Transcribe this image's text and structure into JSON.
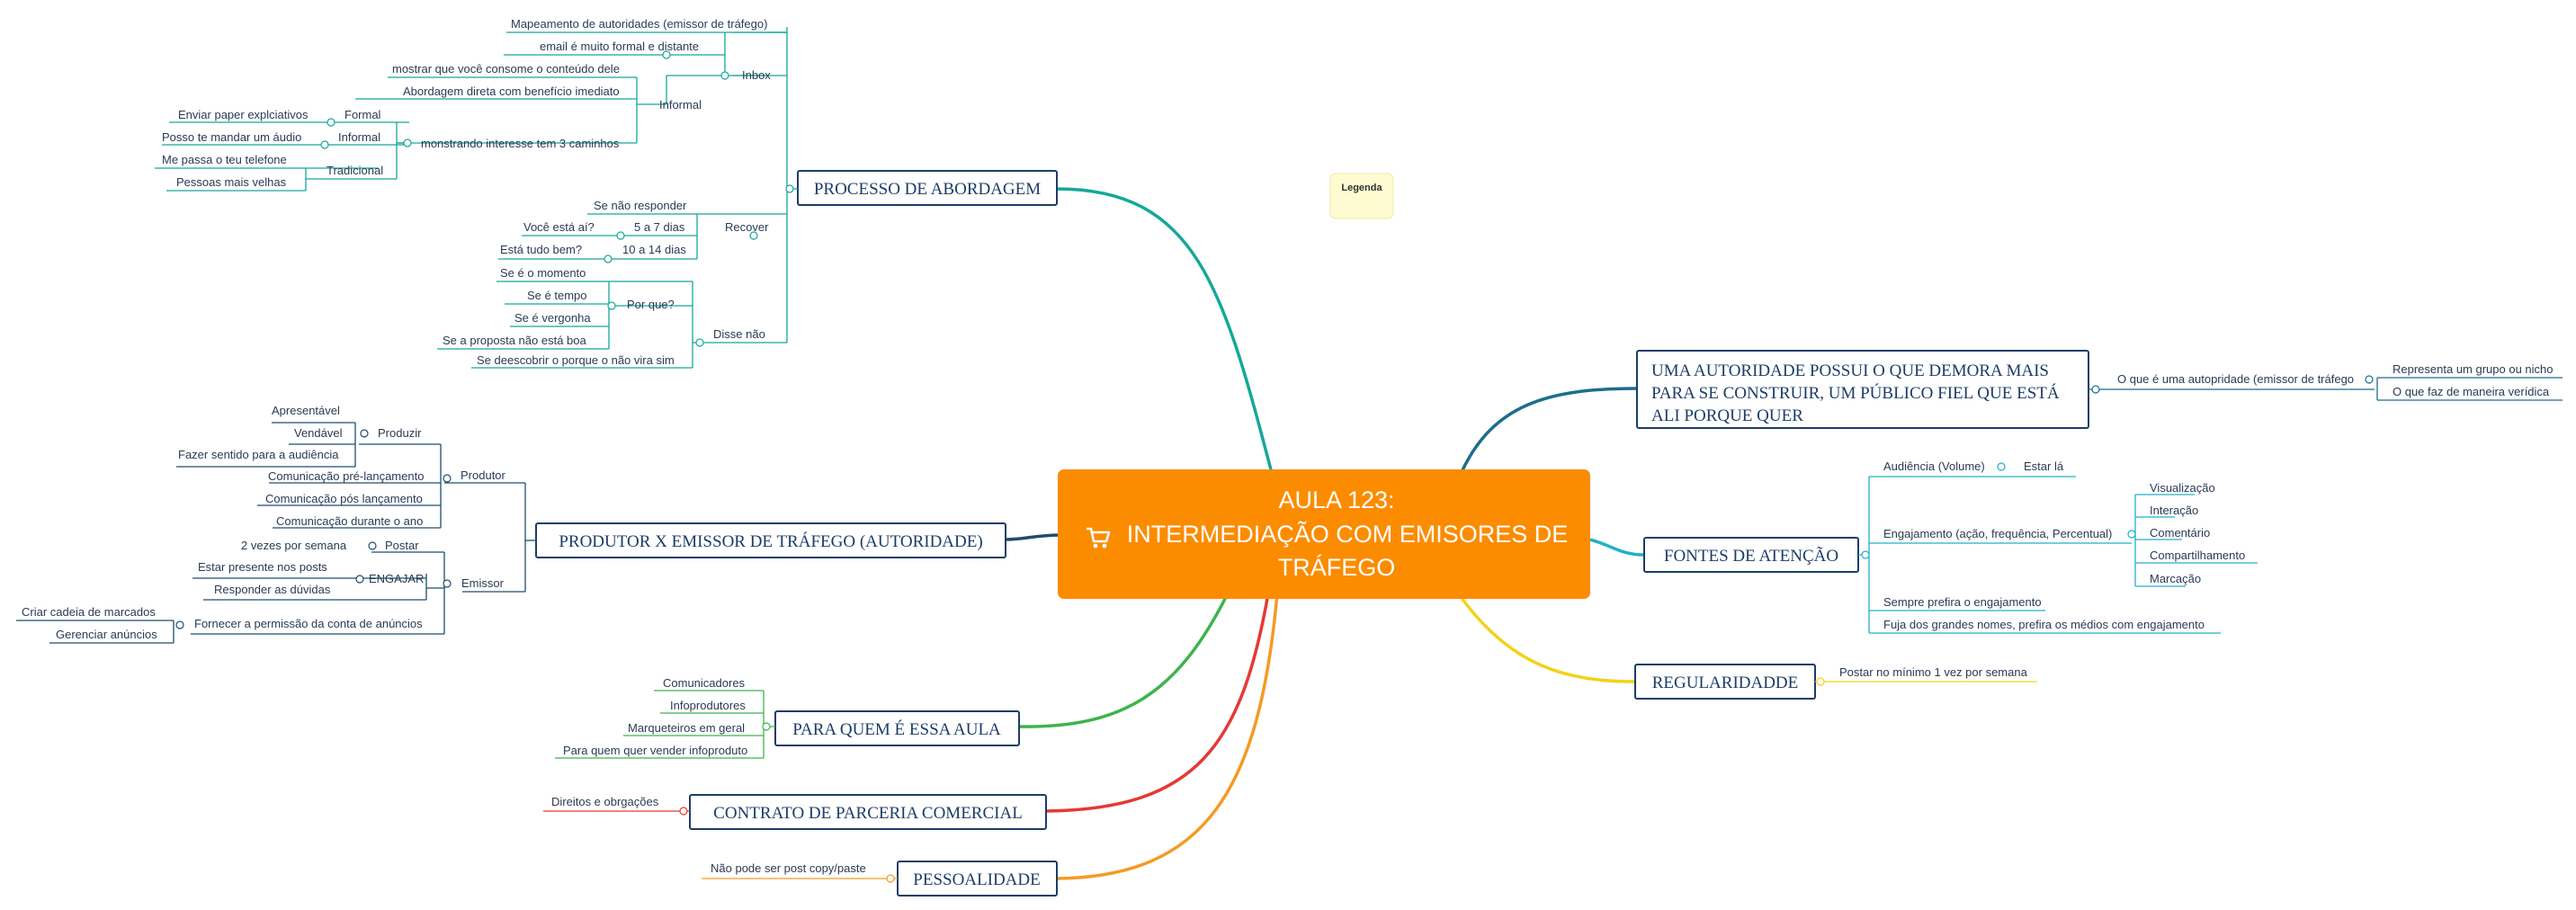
{
  "center": {
    "line1": "AULA 123:",
    "line2": "INTERMEDIAÇÃO COM EMISORES DE",
    "line3": "TRÁFEGO",
    "icon": "cart-icon",
    "color": "#fb8c00"
  },
  "legend": "Legenda",
  "branches": {
    "abordagem": {
      "label": "PROCESSO DE ABORDAGEM",
      "color": "#14a89a",
      "inbox": "Inbox",
      "mapeamento": "Mapeamento de autoridades (emissor de tráfego)",
      "formal_distante": "email é muito formal e distante",
      "informal": "Informal",
      "mostrar": "mostrar que você consome o conteúdo dele",
      "direta": "Abordagem direta com benefício imediato",
      "interesse": "monstrando interesse tem 3 caminhos",
      "formal": "Formal",
      "enviar": "Enviar paper explciativos",
      "informal2": "Informal",
      "audio": "Posso te mandar um áudio",
      "tradicional": "Tradicional",
      "telefone": "Me passa o teu telefone",
      "velhas": "Pessoas mais velhas",
      "recover": "Recover",
      "nao_responder": "Se não responder",
      "esta_ai": "Você está aí?",
      "dias57": "5 a 7 dias",
      "tudo_bem": "Está tudo bem?",
      "dias1014": "10 a 14 dias",
      "disse_nao": "Disse não",
      "momento": "Se é o momento",
      "por_que": "Por que?",
      "tempo": "Se é tempo",
      "vergonha": "Se é vergonha",
      "proposta": "Se a proposta não está boa",
      "descobrir": "Se deescobrir o porque o não vira sim"
    },
    "produtor": {
      "label": "PRODUTOR X EMISSOR DE TRÁFEGO (AUTORIDADE)",
      "color": "#1d4d6e",
      "produtor": "Produtor",
      "produzir": "Produzir",
      "apresentavel": "Apresentável",
      "vendavel": "Vendável",
      "sentido": "Fazer sentido para a audiência",
      "pre": "Comunicação pré-lançamento",
      "pos": "Comunicação pós lançamento",
      "durante": "Comunicação durante o ano",
      "emissor": "Emissor",
      "postar": "Postar",
      "vezes": "2 vezes por semana",
      "engajar": "ENGAJAR",
      "presente": "Estar presente nos posts",
      "duvidas": "Responder as dúvidas",
      "permissao": "Fornecer a permissão da conta de anúncios",
      "cadeia": "Criar cadeia de marcados",
      "gerenciar": "Gerenciar anúncios"
    },
    "para_quem": {
      "label": "PARA QUEM É ESSA AULA",
      "color": "#3cb44b",
      "items": [
        "Comunicadores",
        "Infoprodutores",
        "Marqueteiros em geral",
        "Para quem quer vender infoproduto"
      ]
    },
    "contrato": {
      "label": "CONTRATO DE PARCERIA COMERCIAL",
      "color": "#e53935",
      "item": "Direitos e obrgações"
    },
    "pessoalidade": {
      "label": "PESSOALIDADE",
      "color": "#f59a23",
      "item": "Não pode ser post copy/paste"
    },
    "autoridade": {
      "label_line1": "UMA AUTORIDADE POSSUI O QUE DEMORA MAIS",
      "label_line2": "PARA SE CONSTRUIR, UM PÚBLICO FIEL QUE ESTÁ",
      "label_line3": "ALI PORQUE QUER",
      "color": "#1c6e8c",
      "question": "O que é uma autopridade (emissor de tráfego",
      "grupo": "Representa um grupo ou nicho",
      "veridica": "O que faz de maneira verídica"
    },
    "fontes": {
      "label": "FONTES DE ATENÇÃO",
      "color": "#22b0c8",
      "audiencia": "Audiência (Volume)",
      "esta_la": "Estar lá",
      "engajamento": "Engajamento (ação, frequência, Percentual)",
      "eng_items": [
        "Visualização",
        "Interação",
        "Comentário",
        "Compartilhamento",
        "Marcação"
      ],
      "sempre": "Sempre prefira o engajamento",
      "fuja": "Fuja dos grandes nomes, prefira os médios com engajamento"
    },
    "regularidade": {
      "label": "REGULARIDADDE",
      "color": "#f2d21b",
      "item": "Postar no mínimo 1 vez por semana"
    }
  }
}
